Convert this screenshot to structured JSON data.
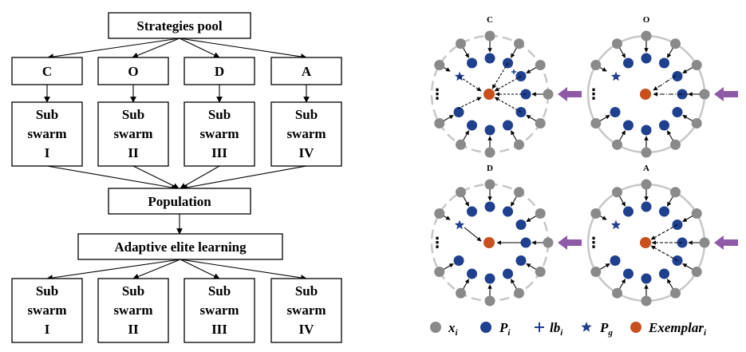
{
  "flowchart": {
    "strategies_pool": "Strategies pool",
    "strategies": [
      "C",
      "O",
      "D",
      "A"
    ],
    "subswarms_top": [
      {
        "line1": "Sub",
        "line2": "swarm",
        "line3": "I"
      },
      {
        "line1": "Sub",
        "line2": "swarm",
        "line3": "II"
      },
      {
        "line1": "Sub",
        "line2": "swarm",
        "line3": "III"
      },
      {
        "line1": "Sub",
        "line2": "swarm",
        "line3": "IV"
      }
    ],
    "population": "Population",
    "adaptive": "Adaptive elite learning",
    "subswarms_bottom": [
      {
        "line1": "Sub",
        "line2": "swarm",
        "line3": "I"
      },
      {
        "line1": "Sub",
        "line2": "swarm",
        "line3": "II"
      },
      {
        "line1": "Sub",
        "line2": "swarm",
        "line3": "III"
      },
      {
        "line1": "Sub",
        "line2": "swarm",
        "line3": "IV"
      }
    ]
  },
  "panels": [
    {
      "title": "C"
    },
    {
      "title": "O"
    },
    {
      "title": "D"
    },
    {
      "title": "A"
    }
  ],
  "ellipsis": "⋮",
  "legend": [
    {
      "symbol": "gray-dot",
      "label": "x",
      "sub": "i"
    },
    {
      "symbol": "blue-dot",
      "label": "P",
      "sub": "i"
    },
    {
      "symbol": "plus",
      "label": "lb",
      "sub": "i"
    },
    {
      "symbol": "star",
      "label": "P",
      "sub": "g"
    },
    {
      "symbol": "orange-dot",
      "label": "Exemplar",
      "sub": "i"
    }
  ],
  "colors": {
    "gray_particle": "#8a8a8a",
    "blue_particle": "#1f3f8f",
    "exemplar": "#c8501e",
    "arrow_purple": "#8e5aa8",
    "ring": "#c7c7c7"
  }
}
